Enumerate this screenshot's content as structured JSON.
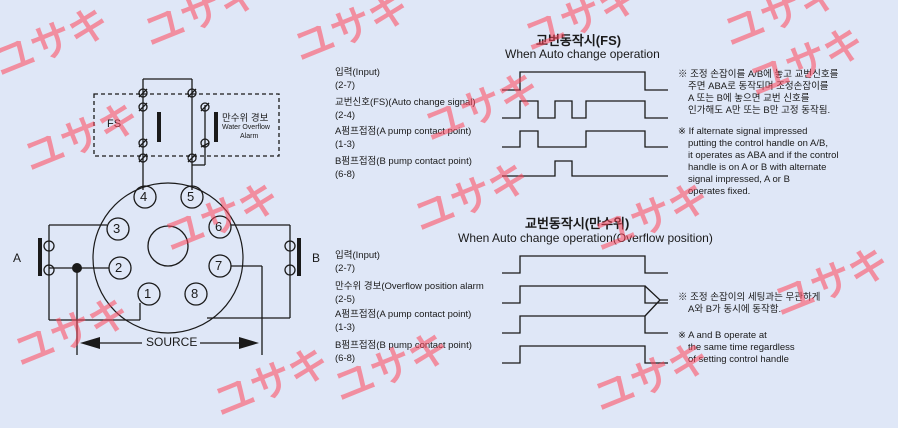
{
  "fs_title": "교번동작시(FS)",
  "fs_subtitle": "When Auto change operation",
  "fs_signals": [
    {
      "ko": "입력(Input)",
      "pins": "(2-7)"
    },
    {
      "ko": "교번신호(FS)(Auto change signal)",
      "pins": "(2-4)"
    },
    {
      "ko": "A펌프접점(A pump contact point)",
      "pins": "(1-3)"
    },
    {
      "ko": "B펌프접점(B pump contact point)",
      "pins": "(6-8)"
    }
  ],
  "fs_note_ko": [
    "※ 조정 손잡이를 A/B에 놓고 교번신호를",
    "주면 ABA로 동작되며 조정손잡이를",
    "A 또는 B에 놓으면 교번 신호를",
    "인가해도 A만 또는 B만 고정 동작됨."
  ],
  "fs_note_en": [
    "※ If alternate signal impressed",
    "putting the control handle on A/B,",
    "it operates as ABA and if the control",
    "handle is on A or B with alternate",
    "signal impressed, A or B",
    "operates fixed."
  ],
  "ov_title": "교번동작시(만수위)",
  "ov_subtitle": "When Auto change operation(Overflow position)",
  "ov_signals": [
    {
      "ko": "입력(Input)",
      "pins": "(2-7)"
    },
    {
      "ko": "만수위 경보(Overflow position alarm",
      "pins": "(2-5)"
    },
    {
      "ko": "A펌프접점(A pump contact point)",
      "pins": "(1-3)"
    },
    {
      "ko": "B펌프접점(B pump contact point)",
      "pins": "(6-8)"
    }
  ],
  "ov_note_ko": [
    "※ 조정 손잡이의 세팅과는 무관하게",
    "A와 B가 동시에 동작함."
  ],
  "ov_note_en": [
    "※ A and B operate at",
    "the same time regardless",
    "of setting control handle"
  ],
  "wiring": {
    "fs_label": "FS",
    "alarm_ko": "만수위 경보",
    "alarm_en": [
      "Water Overflow",
      "Alarm"
    ],
    "pump_a": "A",
    "pump_b": "B",
    "source": "SOURCE",
    "pins": [
      "1",
      "2",
      "3",
      "4",
      "5",
      "6",
      "7",
      "8"
    ]
  },
  "watermark": "ユサキ"
}
